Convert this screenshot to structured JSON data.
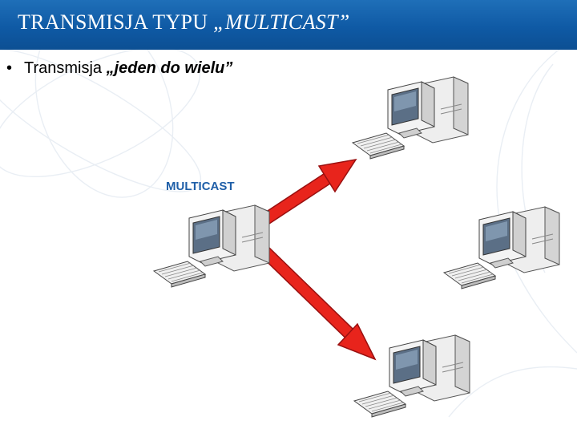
{
  "slide": {
    "title_prefix": "TRANSMISJA TYPU ",
    "title_italic": "„MULTICAST”",
    "bullet_prefix": "Transmisja ",
    "bullet_emphasis": "„jeden do wielu”"
  },
  "diagram": {
    "label": "MULTICAST",
    "arrow_color": "#e8241c",
    "nodes": [
      {
        "name": "sender-computer"
      },
      {
        "name": "receiver-computer-top"
      },
      {
        "name": "receiver-computer-right"
      },
      {
        "name": "receiver-computer-bottom"
      }
    ]
  },
  "colors": {
    "title_bar": "#0f5aa5",
    "label_blue": "#1f5fa8"
  }
}
